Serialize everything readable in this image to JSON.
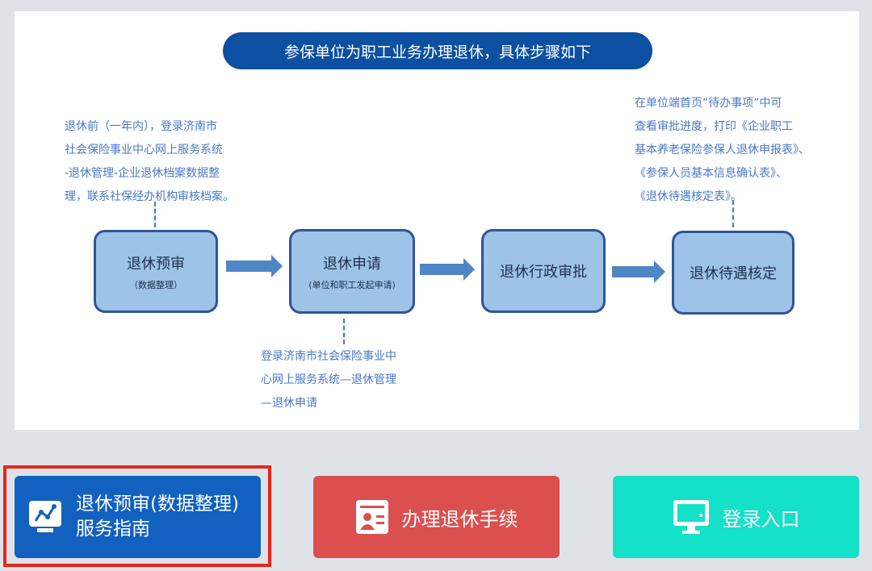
{
  "title": "参保单位为职工业务办理退休，具体步骤如下",
  "steps": [
    {
      "title": "退休预审",
      "sub": "（数据整理）"
    },
    {
      "title": "退休申请",
      "sub": "(单位和职工发起申请)"
    },
    {
      "title": "退休行政审批",
      "sub": ""
    },
    {
      "title": "退休待遇核定",
      "sub": ""
    }
  ],
  "notes": {
    "step1": [
      "退休前（一年内），登录济南市",
      "社会保险事业中心网上服务系统",
      "-退休管理-企业退休档案数据整",
      "理，联系社保经办机构审核档案。"
    ],
    "step2": [
      "登录济南市社会保险事业中",
      "心网上服务系统—退休管理",
      "—退休申请"
    ],
    "step4": [
      "在单位端首页“待办事项”中可",
      "查看审批进度，打印《企业职工",
      "基本养老保险参保人退休申报表》、",
      "《参保人员基本信息确认表》、",
      "《退休待遇核定表》。"
    ]
  },
  "buttons": [
    {
      "line1": "退休预审(数据整理)",
      "line2": "服务指南",
      "icon": "chart-monitor-icon",
      "color": "#1260c0"
    },
    {
      "label": "办理退休手续",
      "icon": "id-card-icon",
      "color": "#dc4f4f"
    },
    {
      "label": "登录入口",
      "icon": "monitor-icon",
      "color": "#15e0c8"
    }
  ]
}
